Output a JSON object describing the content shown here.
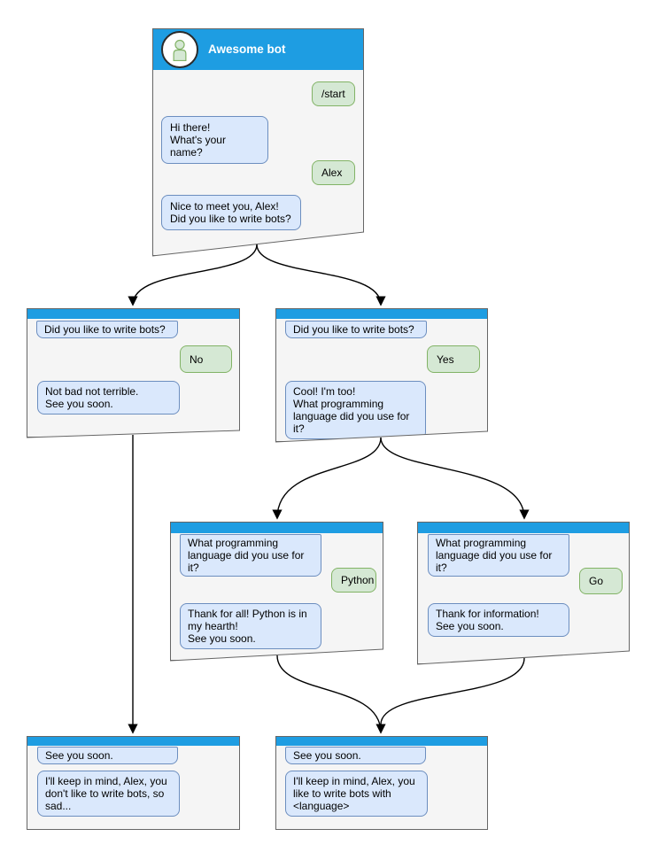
{
  "diagram": {
    "type": "chatbot-conversation-flowchart",
    "colors": {
      "header_blue": "#1e9de2",
      "bot_bubble_fill": "#dae8fc",
      "bot_bubble_border": "#6c8ebf",
      "user_bubble_fill": "#d5e8d4",
      "user_bubble_border": "#82b366",
      "window_fill": "#f5f5f5",
      "window_border": "#666666",
      "connector": "#000000"
    }
  },
  "windows": [
    {
      "id": "start",
      "title": "Awesome bot",
      "avatar_icon": "person-icon",
      "messages": [
        {
          "side": "user",
          "text": "/start"
        },
        {
          "side": "bot",
          "text": "Hi there!\nWhat's your name?"
        },
        {
          "side": "user",
          "text": "Alex"
        },
        {
          "side": "bot",
          "text": "Nice to meet you, Alex!\nDid you like to write bots?"
        }
      ]
    },
    {
      "id": "branch-no",
      "messages": [
        {
          "side": "bot",
          "text": "Did you like to write bots?"
        },
        {
          "side": "user",
          "text": "No"
        },
        {
          "side": "bot",
          "text": "Not bad not terrible.\nSee you soon."
        }
      ]
    },
    {
      "id": "branch-yes",
      "messages": [
        {
          "side": "bot",
          "text": "Did you like to write bots?"
        },
        {
          "side": "user",
          "text": "Yes"
        },
        {
          "side": "bot",
          "text": "Cool! I'm too!\nWhat programming\nlanguage did you use for it?"
        }
      ]
    },
    {
      "id": "lang-python",
      "messages": [
        {
          "side": "bot",
          "text": "What programming\nlanguage did you use for it?"
        },
        {
          "side": "user",
          "text": "Python"
        },
        {
          "side": "bot",
          "text": "Thank for all! Python is in\nmy hearth!\nSee you soon."
        }
      ]
    },
    {
      "id": "lang-go",
      "messages": [
        {
          "side": "bot",
          "text": "What programming\nlanguage did you use for it?"
        },
        {
          "side": "user",
          "text": "Go"
        },
        {
          "side": "bot",
          "text": "Thank for information!\nSee you soon."
        }
      ]
    },
    {
      "id": "end-no",
      "messages": [
        {
          "side": "bot",
          "text": "See you soon."
        },
        {
          "side": "bot",
          "text": "I'll keep in mind, Alex, you\ndon't like to write bots, so\nsad..."
        }
      ]
    },
    {
      "id": "end-yes",
      "messages": [
        {
          "side": "bot",
          "text": "See you soon."
        },
        {
          "side": "bot",
          "text": "I'll keep in mind, Alex, you\nlike to write bots with\n<language>"
        }
      ]
    }
  ],
  "edges": [
    {
      "from": "start",
      "to": "branch-no"
    },
    {
      "from": "start",
      "to": "branch-yes"
    },
    {
      "from": "branch-no",
      "to": "end-no"
    },
    {
      "from": "branch-yes",
      "to": "lang-python"
    },
    {
      "from": "branch-yes",
      "to": "lang-go"
    },
    {
      "from": "lang-python",
      "to": "end-yes"
    },
    {
      "from": "lang-go",
      "to": "end-yes"
    }
  ]
}
